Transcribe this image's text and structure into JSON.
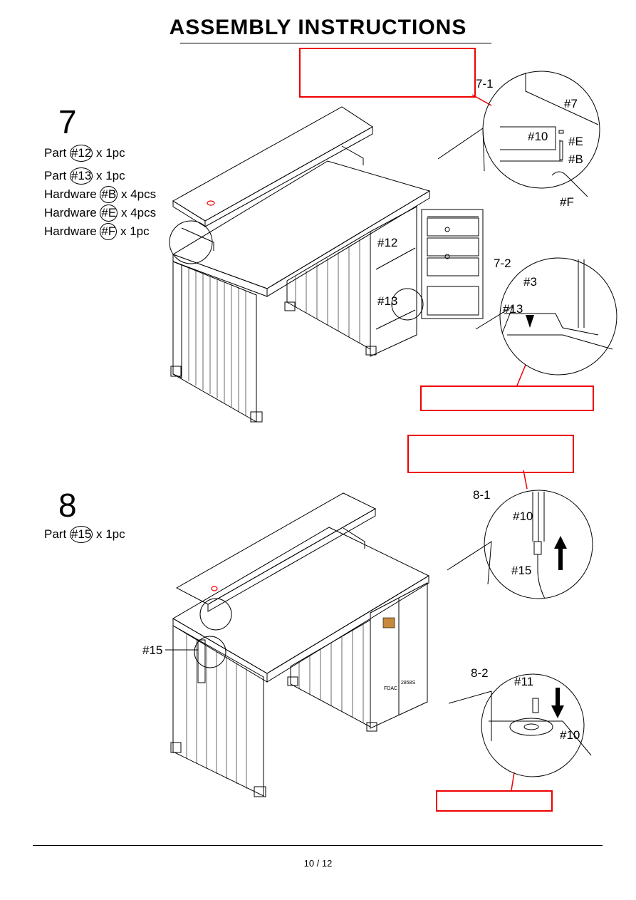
{
  "header": {
    "title": "ASSEMBLY  INSTRUCTIONS"
  },
  "step7": {
    "number": "7",
    "parts": [
      {
        "prefix": "Part ",
        "id": "#12",
        "qty": " x 1pc"
      },
      {
        "prefix": "Part ",
        "id": "#13",
        "qty": " x 1pc"
      },
      {
        "prefix": "Hardware ",
        "id": "#B",
        "qty": " x 4pcs"
      },
      {
        "prefix": "Hardware ",
        "id": "#E",
        "qty": " x 4pcs"
      },
      {
        "prefix": "Hardware ",
        "id": "#F",
        "qty": " x 1pc"
      }
    ],
    "callouts": {
      "part12": "#12",
      "part13": "#13"
    },
    "detail1": {
      "label": "7-1",
      "p7": "#7",
      "p10": "#10",
      "pE": "#E",
      "pB": "#B",
      "pF": "#F"
    },
    "detail2": {
      "label": "7-2",
      "p3": "#3",
      "p13": "#13"
    }
  },
  "step8": {
    "number": "8",
    "parts": [
      {
        "prefix": "Part ",
        "id": "#15",
        "qty": " x 1pc"
      }
    ],
    "callouts": {
      "part15": "#15"
    },
    "detail1": {
      "label": "8-1",
      "p10": "#10",
      "p15": "#15"
    },
    "detail2": {
      "label": "8-2",
      "p11": "#11",
      "p10": "#10"
    },
    "container_text_left": "FDAC",
    "container_text_right": "2858S"
  },
  "footer": {
    "page": "10 / 12"
  },
  "colors": {
    "highlight_box": "#e00000",
    "marker": "#e00000"
  }
}
